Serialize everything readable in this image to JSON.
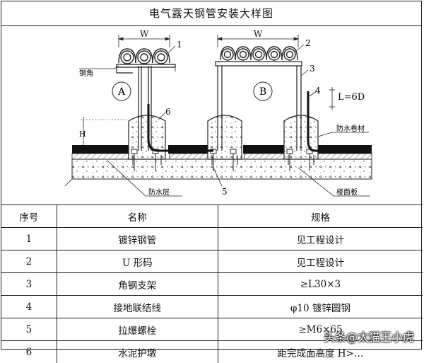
{
  "title": "电气露天钢管安装大样图",
  "diagram": {
    "dim_w": "W",
    "callouts": [
      "1",
      "2",
      "3",
      "4",
      "5",
      "6"
    ],
    "section_a": "A",
    "section_b": "B",
    "label_angle": "钢角",
    "label_l": "L=6D",
    "label_h": "H",
    "label_waterproof_membrane": "防水卷材",
    "label_waterproof_layer": "防水层",
    "label_floor_slab": "楼面板"
  },
  "table": {
    "headers": [
      "序号",
      "名称",
      "规格"
    ],
    "rows": [
      [
        "1",
        "镀锌钢管",
        "见工程设计"
      ],
      [
        "2",
        "U 形码",
        "见工程设计"
      ],
      [
        "3",
        "角钢支架",
        "≥L30×3"
      ],
      [
        "4",
        "接地联结线",
        "φ10 镀锌圆钢"
      ],
      [
        "5",
        "拉爆螺栓",
        "≥M6×65"
      ],
      [
        "6",
        "水泥护墩",
        "距完成面高度 H>…"
      ]
    ]
  },
  "watermark": "头条@太猫王小虎"
}
